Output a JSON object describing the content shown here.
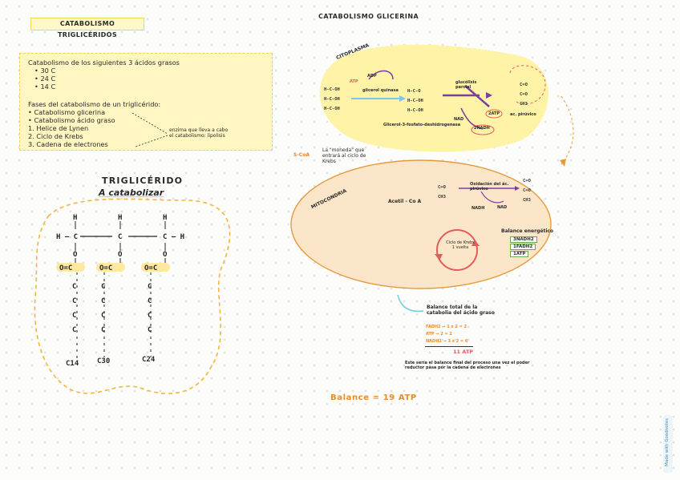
{
  "page_title": "CATABOLISMO TRIGLICÉRIDOS",
  "glicerina_title": "CATABOLISMO GLICERINA",
  "note": {
    "intro": "Catabolismo de los siguientes 3 ácidos grasos",
    "acids": [
      "30 C",
      "24 C",
      "14 C"
    ],
    "phases_title": "Fases del catabolismo de un triglicérido:",
    "phases_bullets": [
      "Catabolismo glicerina",
      "Catabolismo ácido graso"
    ],
    "phases_numbered": [
      "1.  Helice de Lynen",
      "2.  Ciclo de Krebs",
      "3.  Cadena de electrones"
    ],
    "side_note": "enzima que lleva a cabo el catabolismo: lipolisis"
  },
  "triglyceride": {
    "title": "TRIGLICÉRIDO",
    "subtitle": "A catabolizar",
    "chain_ends": [
      "C14",
      "C30",
      "C24"
    ]
  },
  "cytoplasm": {
    "label": "CITOPLASMA",
    "atp_label": "ATP",
    "adp_label": "ADP",
    "enzyme_label": "glicerol quinasa",
    "product_label": "Glicerol-3-fosfato-deshidrogenasa",
    "glycolysis_label": "glucólisis parcial",
    "nad_label": "NAD",
    "nadh_label": "2NADH",
    "atp2_label": "2ATP",
    "pyruvate_label": "ac. pirúvico"
  },
  "coa_note": {
    "prefix": "S-CoA",
    "text": "La \"moneda\" que entrará al ciclo de Krebs"
  },
  "mitochondria": {
    "label": "MITOCONDRIA",
    "acetyl": "Acetil - Co A",
    "oxidation": "Oxidación del ác. pirúvico",
    "nadh": "NADH",
    "nad": "NAD",
    "krebs": "Ciclo de Krebs 1 vuelta",
    "energy_title": "Balance energético",
    "chips": [
      "3NADH2",
      "1FADH2",
      "1ATP"
    ]
  },
  "total": {
    "title": "Balance total de la catabolia del ácido graso",
    "lines": [
      "FADH2 → 1 x 2 = 2",
      "ATP → 2 = 2",
      "NADH2 → 3 x 2 = 6"
    ],
    "result": "11 ATP",
    "footnote": "Este sería el balance final del proceso una vez el poder reductor pasa por la cadena de electrones"
  },
  "final_balance": "Balance = 19 ATP",
  "watermark": "Made with Goodnotes",
  "colors": {
    "yellow": "#fff6c2",
    "yellow_border": "#f1cf57",
    "mito_fill": "#fce6c9",
    "mito_border": "#e79a3c",
    "purple": "#7b3fa0",
    "orange": "#e88a2d",
    "red": "#e55b5b",
    "green": "#6aa84f"
  }
}
